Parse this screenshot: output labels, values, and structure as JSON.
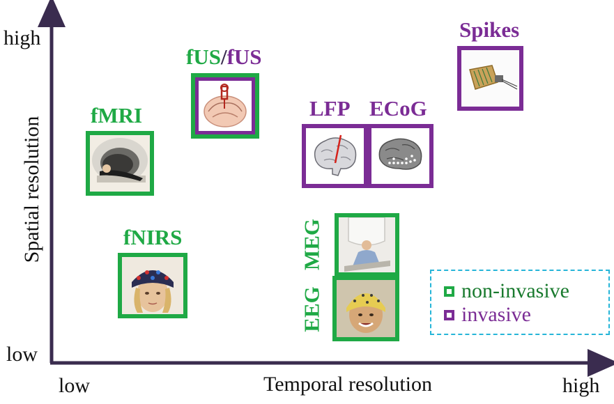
{
  "colors": {
    "non_invasive": "#1fa945",
    "invasive": "#7b2c95",
    "axis": "#3a2c4f",
    "legend_border": "#26b5d8"
  },
  "axes": {
    "y_label": "Spatial resolution",
    "y_high": "high",
    "y_low": "low",
    "x_label": "Temporal resolution",
    "x_low": "low",
    "x_high": "high"
  },
  "modalities": {
    "fmri": {
      "label": "fMRI",
      "type": "non-invasive",
      "image": "mri-scanner-icon"
    },
    "fus": {
      "label_a": "fUS",
      "slash": "/",
      "label_b": "fUS",
      "type": "both",
      "image": "brain-ultrasound-icon"
    },
    "fnirs": {
      "label": "fNIRS",
      "type": "non-invasive",
      "image": "nirs-cap-icon"
    },
    "lfp": {
      "label": "LFP",
      "type": "invasive",
      "image": "brain-electrode-icon"
    },
    "ecog": {
      "label": "ECoG",
      "type": "invasive",
      "image": "ecog-grid-icon"
    },
    "spikes": {
      "label": "Spikes",
      "type": "invasive",
      "image": "microelectrode-array-icon"
    },
    "meg": {
      "label": "MEG",
      "type": "non-invasive",
      "image": "meg-scanner-icon"
    },
    "eeg": {
      "label": "EEG",
      "type": "non-invasive",
      "image": "eeg-cap-icon"
    }
  },
  "legend": {
    "items": [
      {
        "label": "non-invasive",
        "color": "#1fa945",
        "text_color": "#197a2e"
      },
      {
        "label": "invasive",
        "color": "#7b2c95",
        "text_color": "#7b2c95"
      }
    ]
  }
}
